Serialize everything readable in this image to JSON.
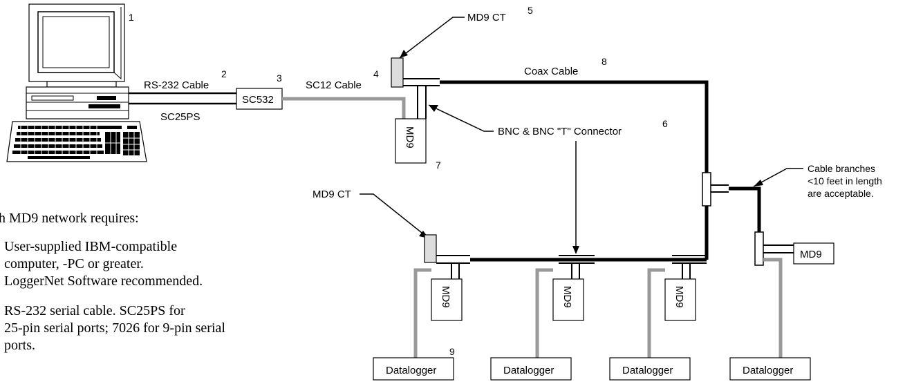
{
  "labels": {
    "num1": "1",
    "num2": "2",
    "num3": "3",
    "num4": "4",
    "num5": "5",
    "num6": "6",
    "num7": "7",
    "num8": "8",
    "num9": "9",
    "rs232_cable": "RS-232 Cable",
    "sc25ps": "SC25PS",
    "sc532": "SC532",
    "sc12_cable": "SC12 Cable",
    "md9_ct_top": "MD9 CT",
    "md9_ct_left": "MD9 CT",
    "coax_cable": "Coax Cable",
    "bnc_connector": "BNC & BNC \"T\" Connector",
    "md9": "MD9",
    "datalogger": "Datalogger",
    "branch_note_1": "Cable branches",
    "branch_note_2": "<10 feet in length",
    "branch_note_3": "are acceptable."
  },
  "requirements": {
    "heading": "h MD9 network requires:",
    "item1_line1": "User-supplied IBM-compatible",
    "item1_line2": "computer, -PC or greater.",
    "item1_line3": "LoggerNet Software recommended.",
    "item2_line1": "RS-232 serial cable.  SC25PS for",
    "item2_line2": "25-pin serial ports; 7026 for 9-pin serial",
    "item2_line3": "ports."
  }
}
